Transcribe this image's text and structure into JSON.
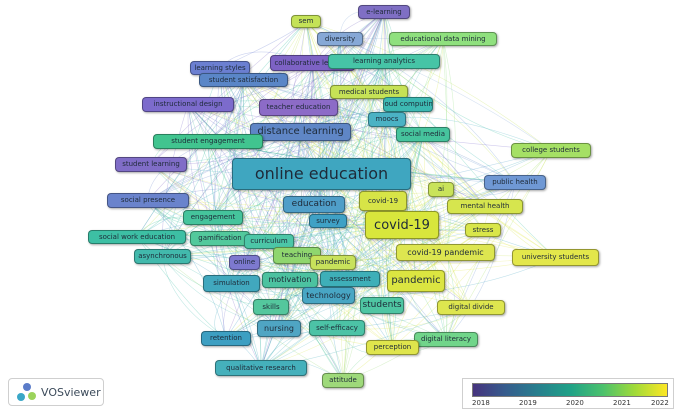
{
  "app": {
    "name": "VOSviewer"
  },
  "nodes": [
    {
      "id": "elearning",
      "label": "e-learning",
      "color": "#7f6fc4"
    },
    {
      "id": "sem",
      "label": "sem",
      "color": "#c4e257"
    },
    {
      "id": "diversity",
      "label": "diversity",
      "color": "#86a8d6"
    },
    {
      "id": "educational_data_mining",
      "label": "educational data mining",
      "color": "#8fe07e"
    },
    {
      "id": "learning_styles",
      "label": "learning styles",
      "color": "#6b7fd1"
    },
    {
      "id": "collaborative_learning",
      "label": "collaborative learning",
      "color": "#7d62c4"
    },
    {
      "id": "learning_analytics",
      "label": "learning analytics",
      "color": "#46c4a6"
    },
    {
      "id": "student_satisfaction",
      "label": "student satisfaction",
      "color": "#5a86c7"
    },
    {
      "id": "medical_students",
      "label": "medical students",
      "color": "#c6e256"
    },
    {
      "id": "instructional_design",
      "label": "instructional design",
      "color": "#7c6bcc"
    },
    {
      "id": "teacher_education",
      "label": "teacher education",
      "color": "#8c6bc7"
    },
    {
      "id": "cloud_computing",
      "label": "cloud computing",
      "color": "#3db9b2"
    },
    {
      "id": "moocs",
      "label": "moocs",
      "color": "#4bb2c4"
    },
    {
      "id": "distance_learning",
      "label": "distance learning",
      "color": "#5f86c6"
    },
    {
      "id": "social_media",
      "label": "social media",
      "color": "#46c49d"
    },
    {
      "id": "student_engagement",
      "label": "student engagement",
      "color": "#41c48f"
    },
    {
      "id": "college_students",
      "label": "college students",
      "color": "#a5e065"
    },
    {
      "id": "student_learning",
      "label": "student learning",
      "color": "#806dc7"
    },
    {
      "id": "online_education",
      "label": "online education",
      "color": "#3fa6c0"
    },
    {
      "id": "ai",
      "label": "ai",
      "color": "#c9e35a"
    },
    {
      "id": "public_health",
      "label": "public health",
      "color": "#6f98d4"
    },
    {
      "id": "social_presence",
      "label": "social presence",
      "color": "#6a83cc"
    },
    {
      "id": "education",
      "label": "education",
      "color": "#4f9ec8"
    },
    {
      "id": "covid19_small",
      "label": "covid-19",
      "color": "#d7e447"
    },
    {
      "id": "mental_health",
      "label": "mental health",
      "color": "#d6e54e"
    },
    {
      "id": "engagement",
      "label": "engagement",
      "color": "#45c49c"
    },
    {
      "id": "survey",
      "label": "survey",
      "color": "#3fa1c5"
    },
    {
      "id": "covid19",
      "label": "covid-19",
      "color": "#d8e63c"
    },
    {
      "id": "stress",
      "label": "stress",
      "color": "#d9e64a"
    },
    {
      "id": "social_work_education",
      "label": "social work education",
      "color": "#3dbfa4"
    },
    {
      "id": "gamification",
      "label": "gamification",
      "color": "#52c99c"
    },
    {
      "id": "curriculum",
      "label": "curriculum",
      "color": "#4cc6a7"
    },
    {
      "id": "covid19_pandemic",
      "label": "covid-19 pandemic",
      "color": "#dde650"
    },
    {
      "id": "university_students",
      "label": "university students",
      "color": "#e3e74b"
    },
    {
      "id": "asynchronous",
      "label": "asynchronous",
      "color": "#42b9ac"
    },
    {
      "id": "online",
      "label": "online",
      "color": "#7d79cf"
    },
    {
      "id": "teaching",
      "label": "teaching",
      "color": "#8fd66e"
    },
    {
      "id": "pandemic_small",
      "label": "pandemic",
      "color": "#c8e25b"
    },
    {
      "id": "simulation",
      "label": "simulation",
      "color": "#41a8be"
    },
    {
      "id": "motivation",
      "label": "motivation",
      "color": "#4cc2a0"
    },
    {
      "id": "assessment",
      "label": "assessment",
      "color": "#3eafb8"
    },
    {
      "id": "pandemic",
      "label": "pandemic",
      "color": "#dbe541"
    },
    {
      "id": "technology",
      "label": "technology",
      "color": "#48a6c4"
    },
    {
      "id": "skills",
      "label": "skills",
      "color": "#54c79d"
    },
    {
      "id": "students",
      "label": "students",
      "color": "#4fc6a3"
    },
    {
      "id": "digital_divide",
      "label": "digital divide",
      "color": "#dee64f"
    },
    {
      "id": "nursing",
      "label": "nursing",
      "color": "#4fa5c3"
    },
    {
      "id": "self_efficacy",
      "label": "self-efficacy",
      "color": "#4cc3a6"
    },
    {
      "id": "digital_literacy",
      "label": "digital literacy",
      "color": "#71d58a"
    },
    {
      "id": "retention",
      "label": "retention",
      "color": "#3d9fc2"
    },
    {
      "id": "perception",
      "label": "perception",
      "color": "#dfe54c"
    },
    {
      "id": "qualitative_research",
      "label": "qualitative research",
      "color": "#45b0bb"
    },
    {
      "id": "attitude",
      "label": "attitude",
      "color": "#9ed97a"
    }
  ],
  "legend": {
    "ticks": [
      "2018",
      "2019",
      "2020",
      "2021",
      "2022"
    ],
    "gradient_colors": [
      "#46337e",
      "#365c8d",
      "#277f8e",
      "#1fa187",
      "#4ac16d",
      "#a0da39",
      "#fde725"
    ]
  }
}
